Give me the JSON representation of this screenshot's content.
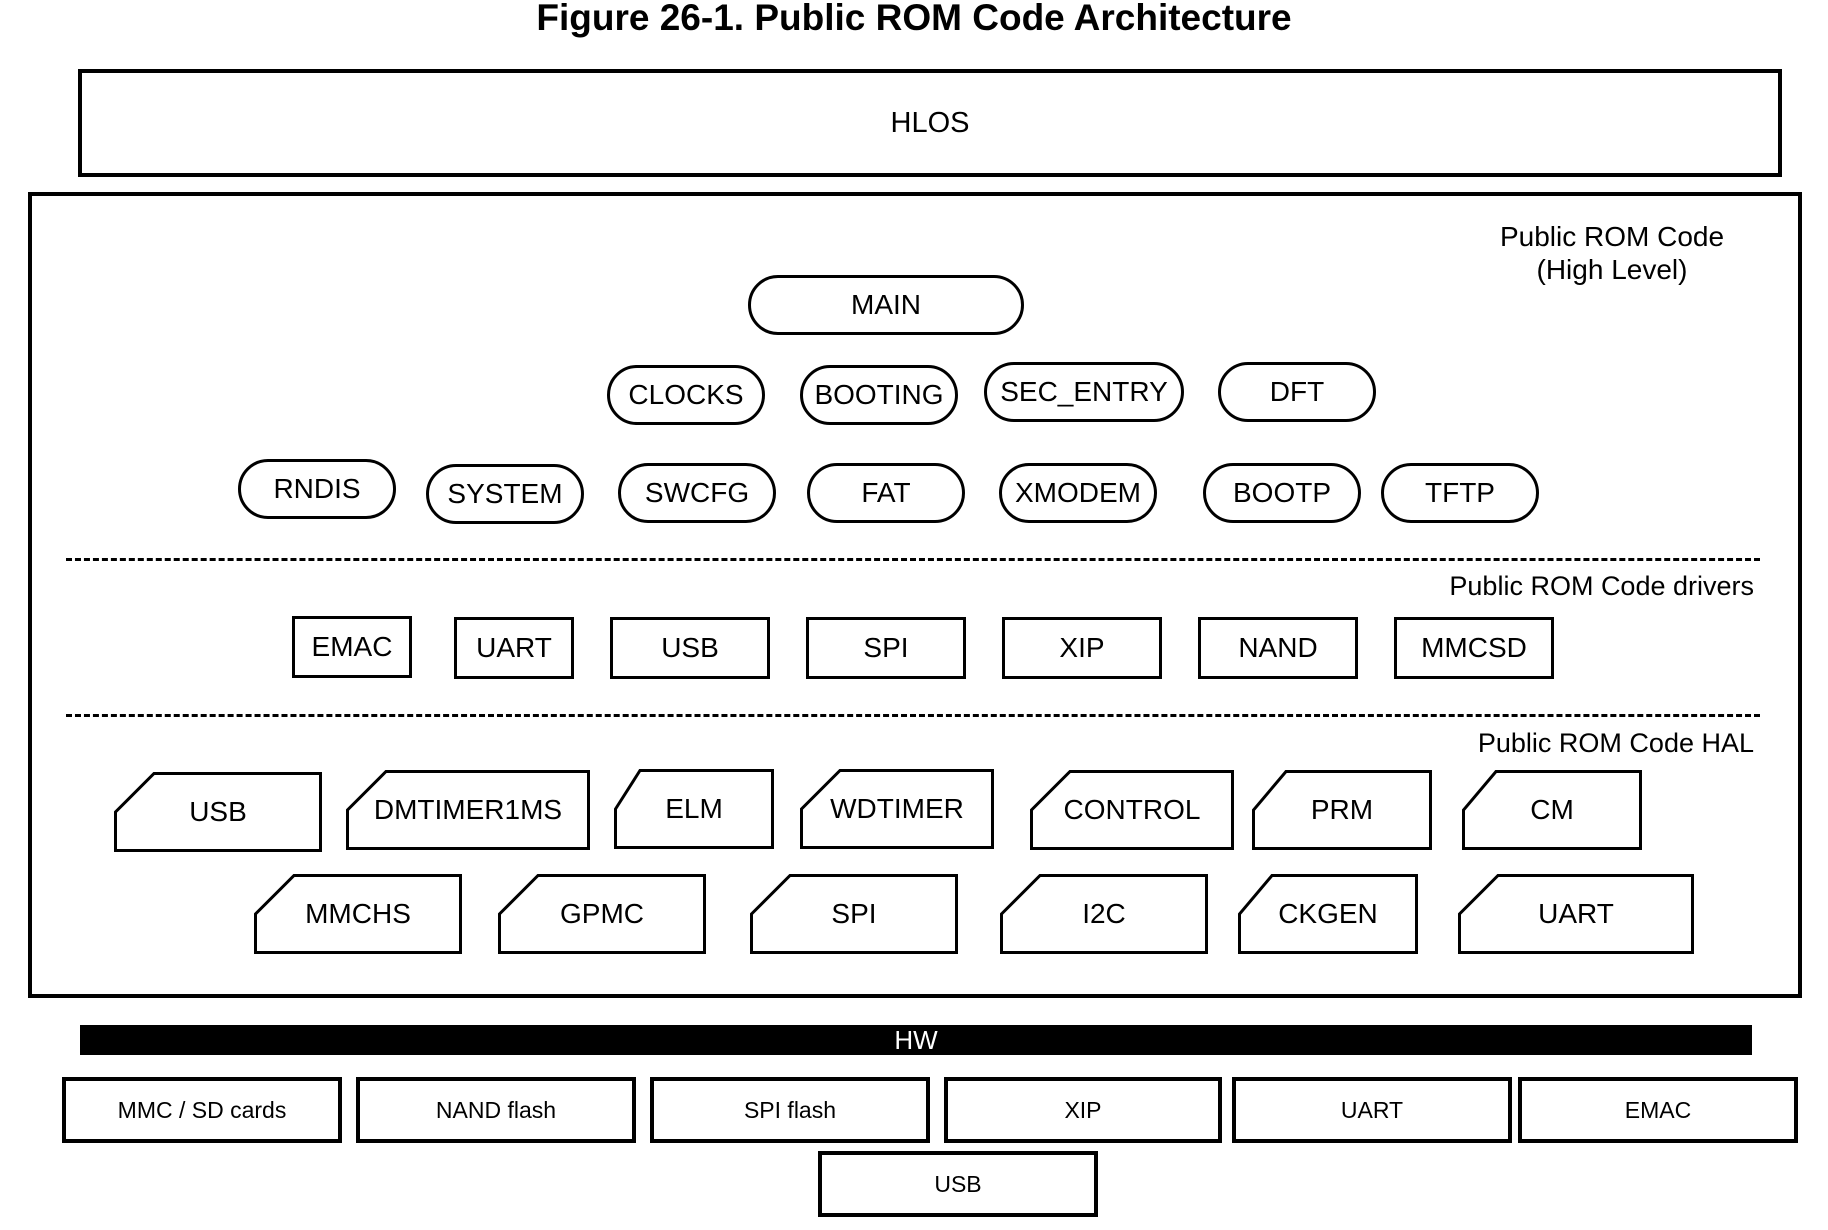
{
  "title": "Figure 26-1. Public ROM Code Architecture",
  "hlos": "HLOS",
  "rom": {
    "label_line1": "Public ROM Code",
    "label_line2": "(High Level)",
    "main": "MAIN",
    "row2": [
      "CLOCKS",
      "BOOTING",
      "SEC_ENTRY",
      "DFT"
    ],
    "row3": [
      "RNDIS",
      "SYSTEM",
      "SWCFG",
      "FAT",
      "XMODEM",
      "BOOTP",
      "TFTP"
    ],
    "drivers_label": "Public ROM Code drivers",
    "drivers": [
      "EMAC",
      "UART",
      "USB",
      "SPI",
      "XIP",
      "NAND",
      "MMCSD"
    ],
    "hal_label": "Public ROM Code HAL",
    "hal_row1": [
      "USB",
      "DMTIMER1MS",
      "ELM",
      "WDTIMER",
      "CONTROL",
      "PRM",
      "CM"
    ],
    "hal_row2": [
      "MMCHS",
      "GPMC",
      "SPI",
      "I2C",
      "CKGEN",
      "UART"
    ]
  },
  "hw": {
    "label": "HW",
    "devices": [
      "MMC / SD cards",
      "NAND flash",
      "SPI flash",
      "XIP",
      "UART",
      "EMAC",
      "USB"
    ]
  }
}
